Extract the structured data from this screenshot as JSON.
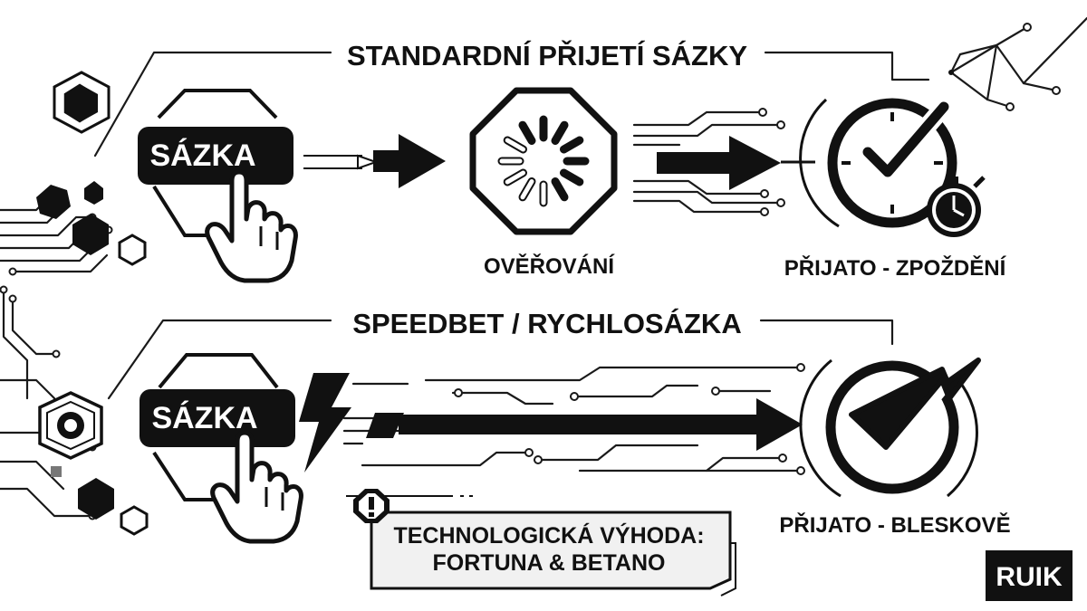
{
  "diagram": {
    "top_row": {
      "title": "STANDARDNÍ PŘIJETÍ SÁZKY",
      "bet_button_label": "SÁZKA",
      "verification_label": "OVĚŘOVÁNÍ",
      "result_label": "PŘIJATO - ZPOŽDĚNÍ"
    },
    "bottom_row": {
      "title": "SPEEDBET / RYCHLOSÁZKA",
      "bet_button_label": "SÁZKA",
      "result_label": "PŘIJATO - BLESKOVĚ"
    },
    "note": {
      "line1": "TECHNOLOGICKÁ VÝHODA:",
      "line2": "FORTUNA & BETANO"
    },
    "logo": "RUIK"
  }
}
